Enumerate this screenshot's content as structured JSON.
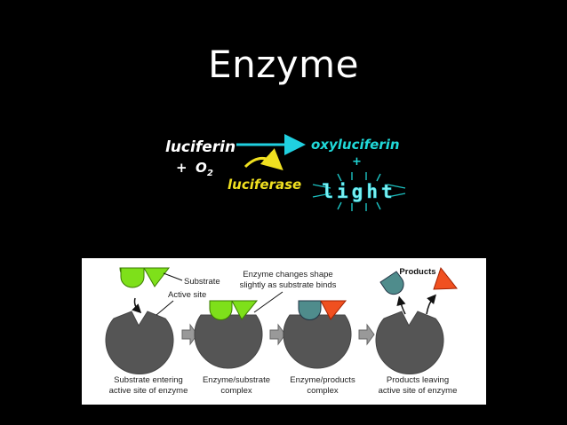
{
  "slide": {
    "title": "Enzyme"
  },
  "reaction": {
    "reactant": "luciferin",
    "plus1": "+",
    "oxygen": "O",
    "oxygen_subscript": "2",
    "enzyme": "luciferase",
    "product": "oxyluciferin",
    "plus2": "+",
    "light": "light",
    "colors": {
      "reactant": "#ffffff",
      "enzyme": "#f0e020",
      "product": "#20d8d8",
      "arrow": "#20d0e0",
      "curve": "#f0e020"
    }
  },
  "diagram": {
    "label_substrate": "Substrate",
    "label_active_site": "Active site",
    "label_shape_change_1": "Enzyme changes shape",
    "label_shape_change_2": "slightly as substrate binds",
    "label_products": "Products",
    "captions": [
      {
        "line1": "Substrate entering",
        "line2": "active site of enzyme"
      },
      {
        "line1": "Enzyme/substrate",
        "line2": "complex"
      },
      {
        "line1": "Enzyme/products",
        "line2": "complex"
      },
      {
        "line1": "Products leaving",
        "line2": "active site of enzyme"
      }
    ],
    "colors": {
      "enzyme": "#555555",
      "substrate": "#7ee01a",
      "product_a": "#4f8c8c",
      "product_b": "#f05020",
      "background": "#ffffff"
    }
  }
}
